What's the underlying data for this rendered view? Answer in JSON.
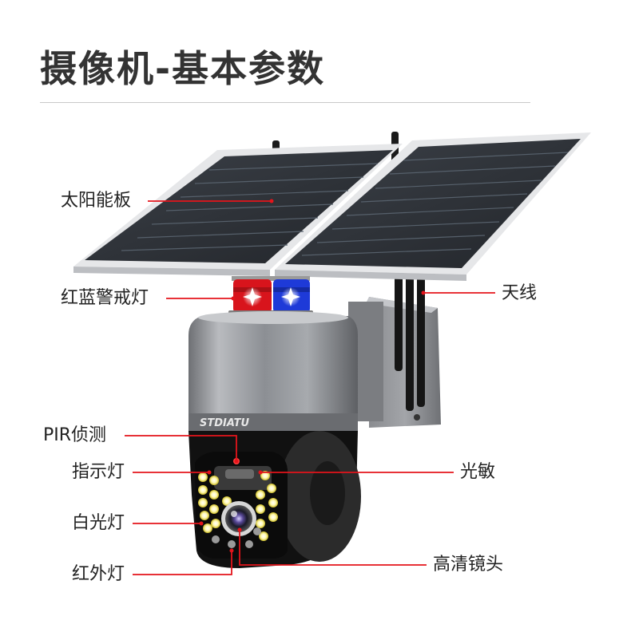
{
  "title": "摄像机-基本参数",
  "colors": {
    "callout_line": "#e4141b",
    "title_text": "#333333",
    "label_text": "#222222",
    "divider": "#c9c9c9"
  },
  "labels": {
    "solar_panel": "太阳能板",
    "warning_light": "红蓝警戒灯",
    "antenna": "天线",
    "pir_sensor": "PIR侦测",
    "indicator_light": "指示灯",
    "photosensor": "光敏",
    "white_light": "白光灯",
    "hd_lens": "高清镜头",
    "infrared_light": "红外灯"
  },
  "brand": "STDIATU"
}
